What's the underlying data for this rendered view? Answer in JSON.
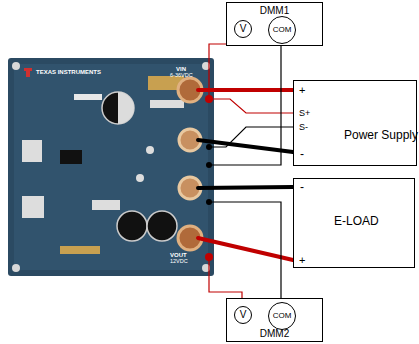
{
  "diagram": {
    "nodes": [
      {
        "text": [
          "DMM1"
        ]
      },
      {
        "text": [
          "V"
        ],
        "in": 0
      },
      {
        "text": [
          "COM"
        ],
        "in": 0
      },
      {
        "text": [
          "Power Supply",
          "+",
          "S+",
          "S-",
          "-"
        ]
      },
      {
        "text": [
          "E-LOAD",
          "-",
          "+"
        ]
      },
      {
        "text": [
          "DMM2"
        ]
      },
      {
        "text": [
          "V"
        ],
        "in": 5
      },
      {
        "text": [
          "COM"
        ],
        "in": 5
      }
    ],
    "labels": [
      "TEXAS INSTRUMENTS",
      "VIN",
      "6-36VDC",
      "VOUT",
      "12VDC"
    ]
  }
}
